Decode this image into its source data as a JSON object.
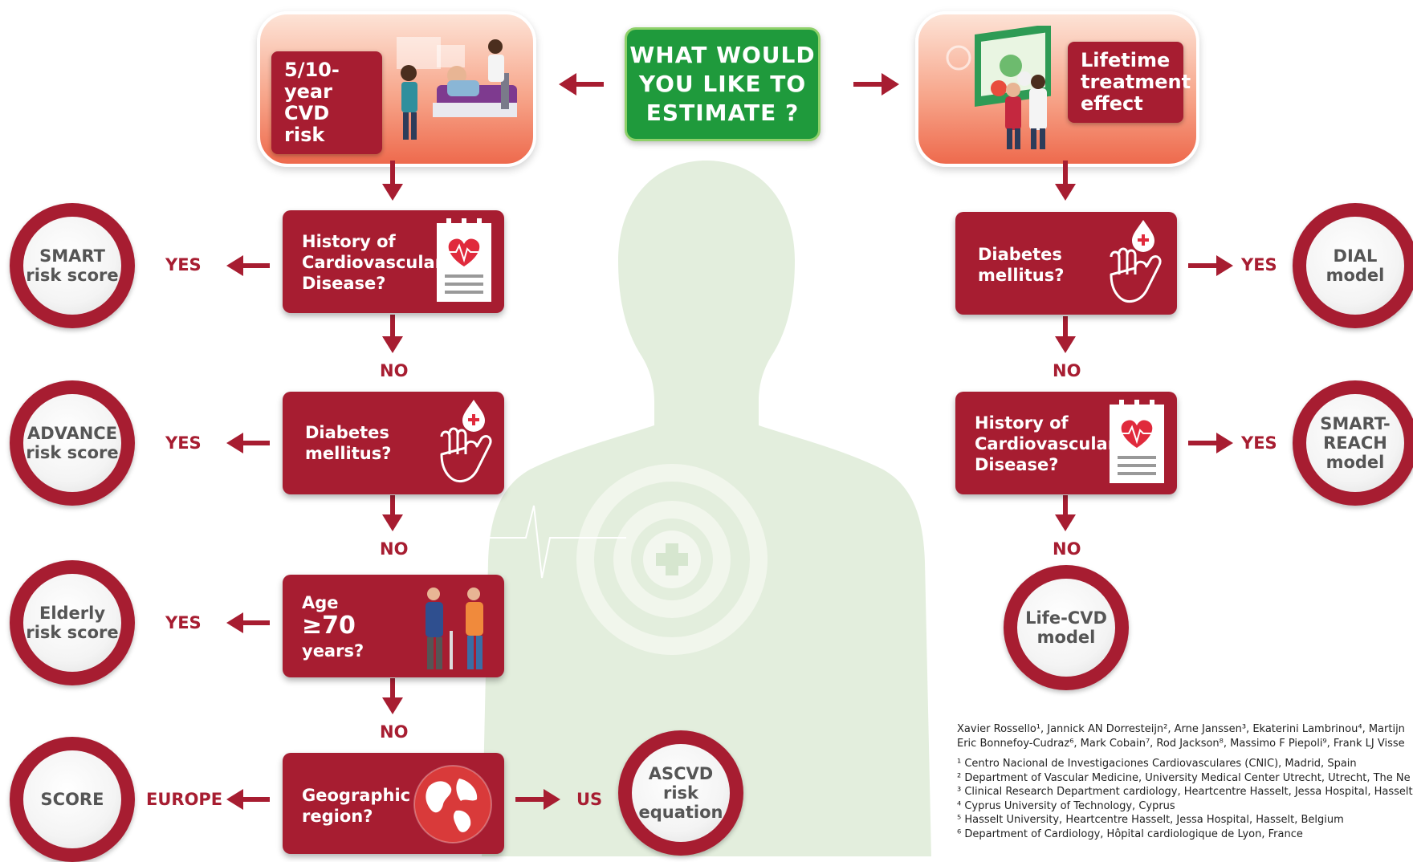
{
  "colors": {
    "brand_red": "#a71d31",
    "green": "#1f9a3c",
    "silhouette": "#e3eedd"
  },
  "center": {
    "question": "WHAT WOULD\nYOU LIKE TO\nESTIMATE ?"
  },
  "left_card": {
    "label": "5/10-year\nCVD risk"
  },
  "right_card": {
    "label": "Lifetime\ntreatment\neffect"
  },
  "left_flow": {
    "q1": "History of\nCardiovascular\nDisease?",
    "q2": "Diabetes\nmellitus?",
    "q3_age": "Age",
    "q3_value": "≥70",
    "q3_years": "years?",
    "q4": "Geographic\nregion?",
    "yes": "YES",
    "no": "NO",
    "europe": "EUROPE",
    "us": "US",
    "outcomes": {
      "smart": "SMART\nrisk score",
      "advance": "ADVANCE\nrisk score",
      "elderly": "Elderly\nrisk score",
      "score": "SCORE",
      "ascvd": "ASCVD\nrisk\nequation"
    }
  },
  "right_flow": {
    "q1": "Diabetes\nmellitus?",
    "q2": "History of\nCardiovascular\nDisease?",
    "yes": "YES",
    "no": "NO",
    "outcomes": {
      "dial": "DIAL\nmodel",
      "smart_reach": "SMART-\nREACH\nmodel",
      "life_cvd": "Life-CVD\nmodel"
    }
  },
  "references": {
    "authors_1": "Xavier Rossello¹, Jannick AN Dorresteijn², Arne Janssen³, Ekaterini Lambrinou⁴, Martijn",
    "authors_2": "Eric Bonnefoy-Cudraz⁶, Mark Cobain⁷, Rod Jackson⁸, Massimo F Piepoli⁹, Frank LJ Visse",
    "affiliations": [
      "¹ Centro Nacional de Investigaciones Cardiovasculares (CNIC), Madrid, Spain",
      "² Department of Vascular Medicine, University Medical Center Utrecht, Utrecht, The Ne",
      "³ Clinical Research Department cardiology, Heartcentre Hasselt, Jessa Hospital, Hasselt",
      "⁴ Cyprus University of Technology, Cyprus",
      "⁵ Hasselt University, Heartcentre Hasselt, Jessa Hospital, Hasselt, Belgium",
      "⁶ Department of Cardiology, Hôpital cardiologique de Lyon, France"
    ]
  },
  "icons": [
    "clipboard-heart-icon",
    "hand-blood-drop-icon",
    "elderly-people-icon",
    "globe-icon",
    "hospital-bed-icon",
    "doctor-consultation-icon",
    "target-cross-icon"
  ]
}
